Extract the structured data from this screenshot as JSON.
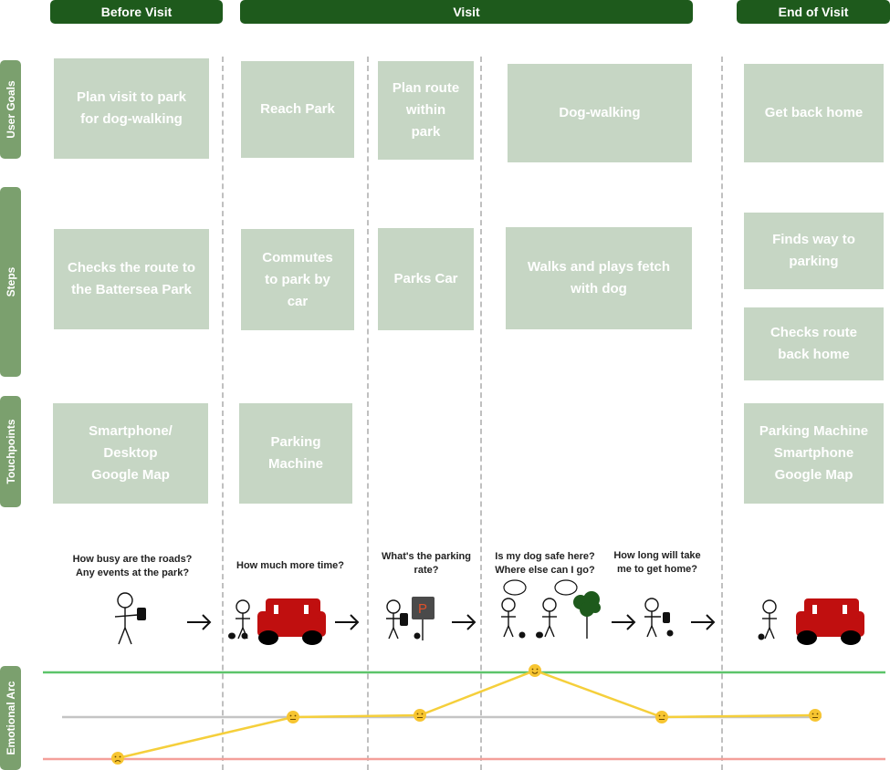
{
  "phases": {
    "before": "Before Visit",
    "visit": "Visit",
    "end": "End of Visit"
  },
  "rows": {
    "user_goals": "User Goals",
    "steps": "Steps",
    "touchpoints": "Touchpoints",
    "emotional_arc": "Emotional Arc"
  },
  "user_goals": [
    "Plan visit to park\nfor dog-walking",
    "Reach Park",
    "Plan route\nwithin\npark",
    "Dog-walking",
    "Get back home"
  ],
  "steps": [
    "Checks the route to\nthe Battersea Park",
    "Commutes\nto park by\ncar",
    "Parks Car",
    "Walks and plays fetch\nwith dog",
    "Finds way to\nparking",
    "Checks route\nback home"
  ],
  "touchpoints": [
    "Smartphone/\nDesktop\nGoogle Map",
    "Parking\nMachine",
    "Parking Machine\nSmartphone\nGoogle Map"
  ],
  "questions": [
    "How busy are the roads?\nAny events at the park?",
    "How much more time?",
    "What's the parking\nrate?",
    "Is my dog safe here?\nWhere else can I go?",
    "How long will take\nme to get home?"
  ],
  "parking_sign": "P",
  "colors": {
    "phase": "#1e5a1c",
    "row_label": "#7ba06e",
    "card": "#c6d6c4",
    "good_line": "#5cc46a",
    "neutral_line": "#c4c4c4",
    "bad_line": "#f4a09a",
    "arc": "#f5cf3b",
    "car": "#c00f0f",
    "tree": "#1e5a1c"
  },
  "emotion_points": [
    {
      "stage": "before",
      "mood": "sad"
    },
    {
      "stage": "reach-park",
      "mood": "neutral"
    },
    {
      "stage": "parks-car",
      "mood": "neutral"
    },
    {
      "stage": "dog-walking",
      "mood": "happy"
    },
    {
      "stage": "finds-parking",
      "mood": "neutral"
    },
    {
      "stage": "route-home",
      "mood": "neutral"
    }
  ]
}
